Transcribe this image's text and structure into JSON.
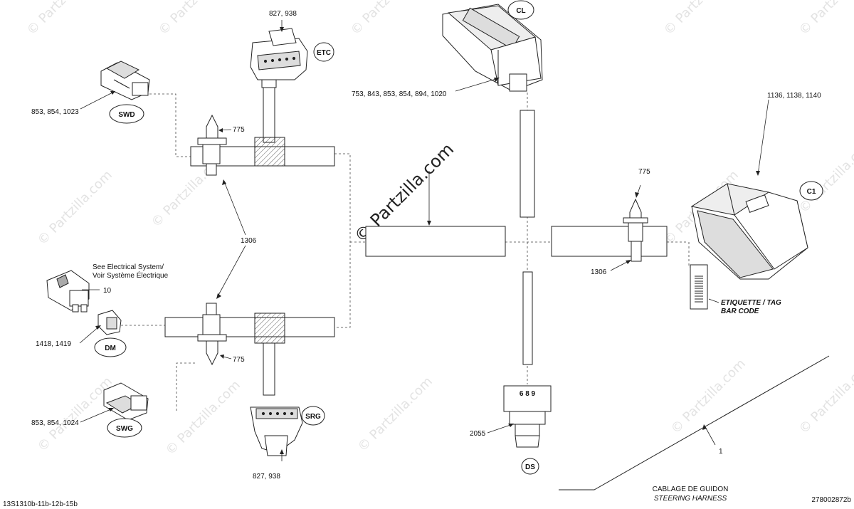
{
  "watermark": "© Partzilla.com",
  "connectors": {
    "etc": "ETC",
    "swd": "SWD",
    "dm": "DM",
    "swg": "SWG",
    "srg": "SRG",
    "cl": "CL",
    "c1": "C1",
    "ds": "DS"
  },
  "parts": {
    "etc_plug": "827, 938",
    "swd_plug": "853, 854, 1023",
    "cl_plug": "753, 843, 853, 854, 894, 1020",
    "c1_plug": "1136, 1138, 1140",
    "clip_top": "775",
    "clip_right": "775",
    "clip_bottom": "775",
    "tie_left": "1306",
    "tie_right": "1306",
    "see_electrical_1": "See Electrical System/",
    "see_electrical_2": "Voir Système Électrique",
    "dm_switch": "10",
    "dm_plug": "1418, 1419",
    "swg_plug": "853, 854, 1024",
    "srg_plug": "827, 938",
    "ds_sensor": "2055",
    "ds_numbers": "6 8 9",
    "harness": "1",
    "tag_1": "ETIQUETTE / TAG",
    "tag_2": "BAR CODE"
  },
  "footer": {
    "title_fr": "CABLAGE DE GUIDON",
    "title_en": "STEERING HARNESS",
    "left_code": "13S1310b-11b-12b-15b",
    "right_code": "278002872b"
  }
}
